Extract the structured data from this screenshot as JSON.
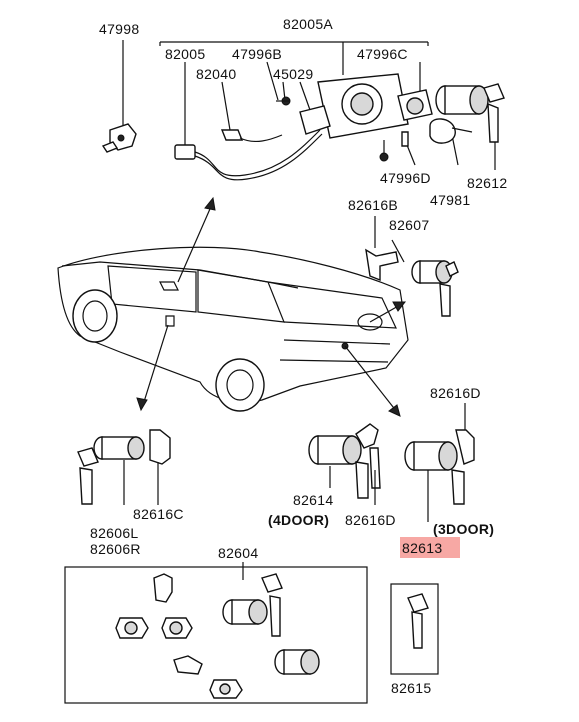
{
  "labels": {
    "p47998": "47998",
    "p82005A": "82005A",
    "p82005": "82005",
    "p47996B": "47996B",
    "p47996C": "47996C",
    "p82040": "82040",
    "p45029": "45029",
    "p47996D": "47996D",
    "p82612": "82612",
    "p47981": "47981",
    "p82616B": "82616B",
    "p82607": "82607",
    "p82616D_top": "82616D",
    "p82616C": "82616C",
    "p82606L": "82606L",
    "p82606R": "82606R",
    "p82614": "82614",
    "door4": "(4DOOR)",
    "p82616D_mid": "82616D",
    "door3": "(3DOOR)",
    "p82613": "82613",
    "p82604": "82604",
    "p82615": "82615"
  },
  "highlight": {
    "label": "82613",
    "color": "#f7a8a4"
  }
}
